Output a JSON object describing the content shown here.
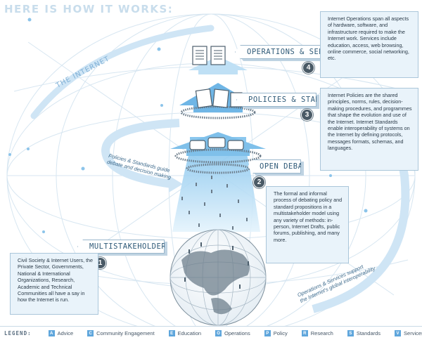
{
  "title": "HERE IS HOW IT WORKS:",
  "internet_label": "THE INTERNET",
  "steps": [
    {
      "number": "4",
      "label": "OPERATIONS & SERVICES",
      "description": "Internet Operations span all aspects of hardware, software, and infrastructure required to make the Internet work. Services include education, access, web browsing, online commerce, social networking, etc."
    },
    {
      "number": "3",
      "label": "POLICIES & STANDARDS",
      "description": "Internet Policies are the shared principles, norms, rules, decision-making procedures, and programmes that shape the evolution and use of the Internet. Internet Standards enable interoperability of systems on the Internet by defining protocols, messages formats, schemas, and languages."
    },
    {
      "number": "2",
      "label": "OPEN DEBATE",
      "description": "The formal and informal process of debating policy and standard propositions in a multistakeholder model using any variety of methods: in-person, Internet Drafts, public forums, publishing, and many more."
    },
    {
      "number": "1",
      "label": "MULTISTAKEHOLDERS",
      "description": "Civil Society & Internet Users, the Private Sector, Governments, National & International Organizations, Research, Academic and Technical Communities all have a say in how the Internet is run."
    }
  ],
  "curve_labels": {
    "left_line1": "Policies & Standards guide",
    "left_line2": "debate and decision making",
    "right_line1": "Operations & Services support",
    "right_line2": "the Internet's global interoperability"
  },
  "legend": {
    "title": "LEGEND:",
    "items": [
      {
        "code": "A",
        "label": "Advice"
      },
      {
        "code": "C",
        "label": "Community Engagement"
      },
      {
        "code": "E",
        "label": "Education"
      },
      {
        "code": "O",
        "label": "Operations"
      },
      {
        "code": "P",
        "label": "Policy"
      },
      {
        "code": "R",
        "label": "Research"
      },
      {
        "code": "S",
        "label": "Standards"
      },
      {
        "code": "V",
        "label": "Services"
      }
    ]
  },
  "colors": {
    "accent": "#5fa6dc",
    "funnel": "#bfe0f5",
    "globe_lines": "#cfe2f0",
    "badge": "#4a5a66"
  }
}
